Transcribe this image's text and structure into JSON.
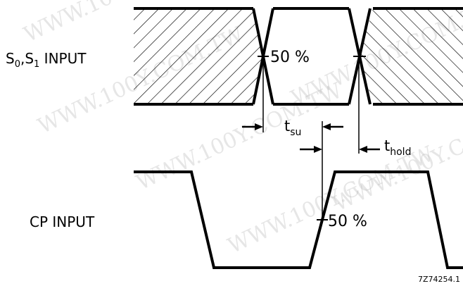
{
  "signals": {
    "s_input": {
      "base": "S",
      "sub0": "0",
      "sep": ",",
      "sub1": "1",
      "suffix": " INPUT"
    },
    "cp_input": "CP INPUT"
  },
  "thresholds": {
    "s_percent": "50 %",
    "cp_percent": "50 %"
  },
  "timing": {
    "setup": {
      "base": "t",
      "sub": "su"
    },
    "hold": {
      "base": "t",
      "sub": "hold"
    }
  },
  "figure_code": "7Z74254.1",
  "watermark_text": "WWW.100Y.COM.TW",
  "colors": {
    "ink": "#000000",
    "watermark": "#b8b8b8"
  }
}
